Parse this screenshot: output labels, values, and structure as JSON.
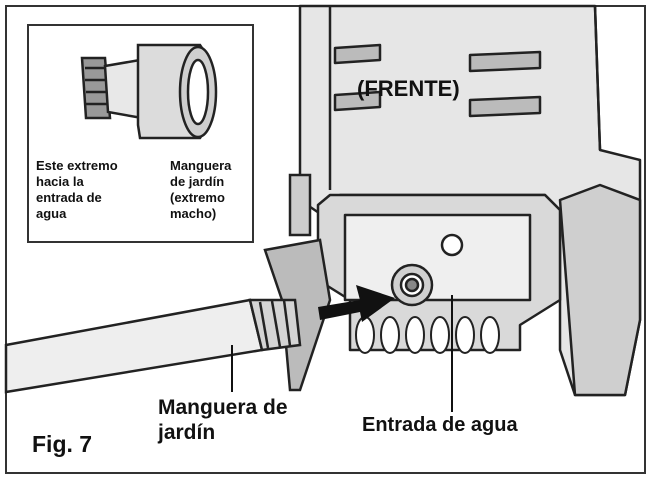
{
  "figure": {
    "number_label": "Fig. 7",
    "front_label": "(FRENTE)",
    "hose_label": [
      "Manguera de",
      "jardín"
    ],
    "inlet_label": "Entrada de agua"
  },
  "inset": {
    "left_label": [
      "Este extremo",
      "hacia la",
      "entrada de",
      "agua"
    ],
    "right_label": [
      "Manguera",
      "de jardín",
      "(extremo",
      "macho)"
    ]
  }
}
